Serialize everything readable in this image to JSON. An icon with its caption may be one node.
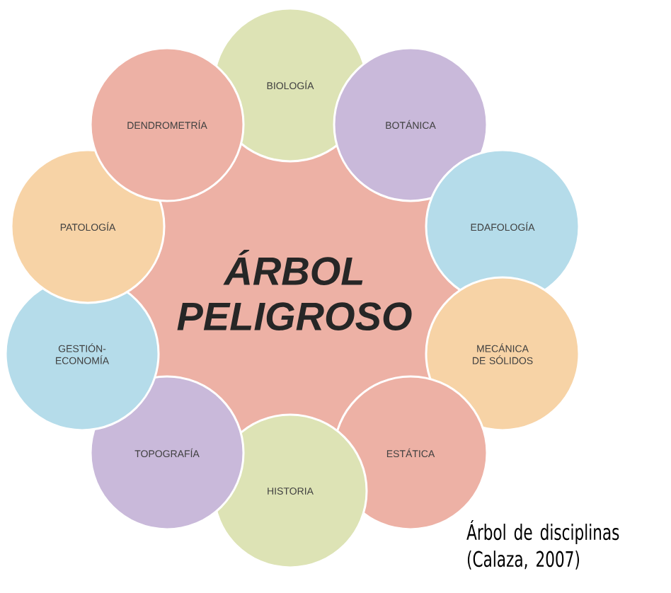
{
  "diagram": {
    "caption": "Árbol de disciplinas (Calaza, 2007)",
    "nodes": [
      {
        "text": [
          "ÁRBOL PELIGROSO"
        ]
      },
      {
        "text": [
          "BIOLOGÍA"
        ]
      },
      {
        "text": [
          "BOTÁNICA"
        ]
      },
      {
        "text": [
          "EDAFOLOGÍA"
        ]
      },
      {
        "text": [
          "MECÁNICA DE SÓLIDOS"
        ]
      },
      {
        "text": [
          "ESTÁTICA"
        ]
      },
      {
        "text": [
          "HISTORIA"
        ]
      },
      {
        "text": [
          "TOPOGRAFÍA"
        ]
      },
      {
        "text": [
          "GESTIÓN-ECONOMÍA"
        ]
      },
      {
        "text": [
          "PATOLOGÍA"
        ]
      },
      {
        "text": [
          "DENDROMETRÍA"
        ]
      }
    ],
    "edges": []
  }
}
